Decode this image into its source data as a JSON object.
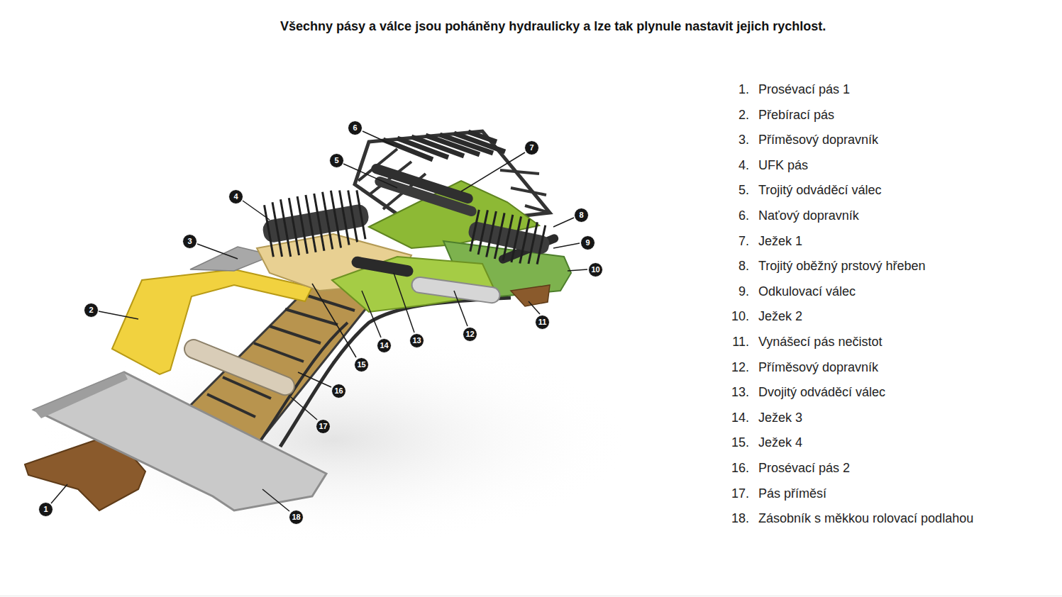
{
  "diagram": {
    "title": "Všechny pásy a válce jsou poháněny hydraulicky a lze tak plynule nastavit jejich rychlost.",
    "labels": [
      "1",
      "2",
      "3",
      "4",
      "5",
      "6",
      "7",
      "8",
      "9",
      "10",
      "11",
      "12",
      "13",
      "14",
      "15",
      "16",
      "17",
      "18",
      "1.",
      "Prosévací pás 1",
      "2.",
      "Přebírací pás",
      "3.",
      "Příměsový dopravník",
      "4.",
      "UFK pás",
      "5.",
      "Trojitý odváděcí válec",
      "6.",
      "Naťový dopravník",
      "7.",
      "Ježek 1",
      "8.",
      "Trojitý oběžný prstový hřeben",
      "9.",
      "Odkulovací válec",
      "10.",
      "Ježek 2",
      "11.",
      "Vynášecí pás nečistot",
      "12.",
      "Příměsový dopravník",
      "13.",
      "Dvojitý odváděcí válec",
      "14.",
      "Ježek 3",
      "15.",
      "Ježek 4",
      "16.",
      "Prosévací pás 2",
      "17.",
      "Pás příměsí",
      "18.",
      "Zásobník s měkkou rolovací podlahou"
    ]
  }
}
